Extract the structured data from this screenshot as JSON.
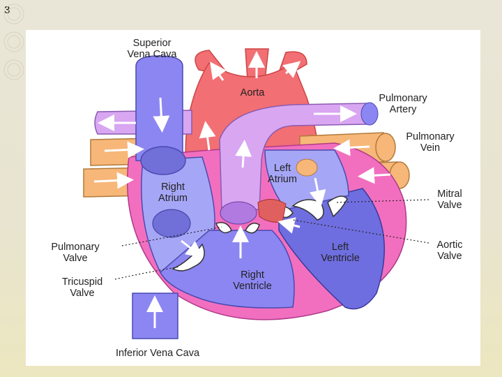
{
  "slide": {
    "number": "3"
  },
  "labels": {
    "superior_vena_cava": [
      "Superior",
      "Vena Cava"
    ],
    "aorta": [
      "Aorta"
    ],
    "pulmonary_artery": [
      "Pulmonary",
      "Artery"
    ],
    "pulmonary_vein": [
      "Pulmonary",
      "Vein"
    ],
    "left_atrium": [
      "Left",
      "Atrium"
    ],
    "right_atrium": [
      "Right",
      "Atrium"
    ],
    "mitral_valve": [
      "Mitral",
      "Valve"
    ],
    "aortic_valve": [
      "Aortic",
      "Valve"
    ],
    "pulmonary_valve": [
      "Pulmonary",
      "Valve"
    ],
    "left_ventricle": [
      "Left",
      "Ventricle"
    ],
    "right_ventricle": [
      "Right",
      "Ventricle"
    ],
    "tricuspid_valve": [
      "Tricuspid",
      "Valve"
    ],
    "inferior_vena_cava": [
      "Inferior Vena Cava"
    ]
  },
  "colors": {
    "oxygen_poor": "#8c86f2",
    "oxygen_rich": "#f26f73",
    "pulmonary_artery": "#d9a6f2",
    "pulmonary_vein": "#f7b779",
    "heart_wall": "#f26fbf",
    "right_chamber": "#a6a6f7",
    "left_chamber": "#6f6ee0"
  }
}
